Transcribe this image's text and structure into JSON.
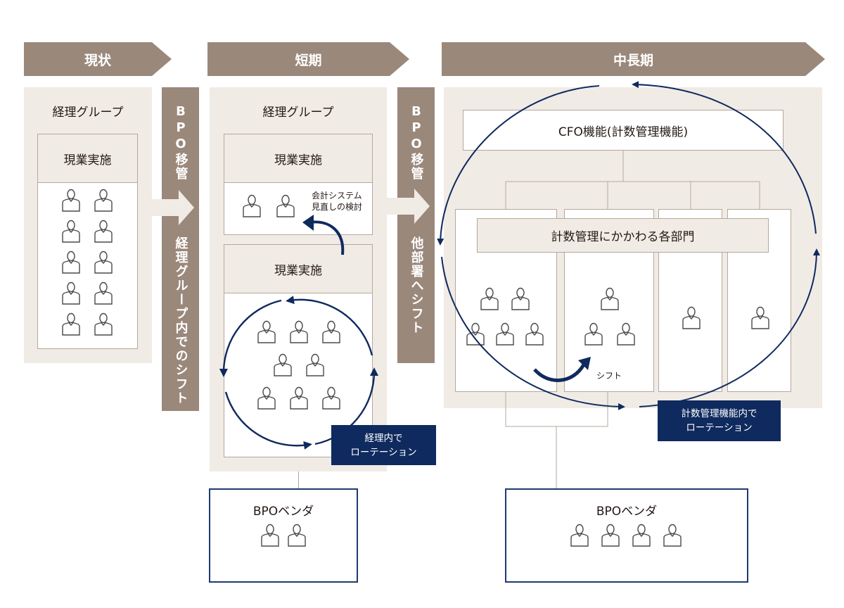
{
  "colors": {
    "phase_bar": "#9a887b",
    "panel_bg": "#f1ebe5",
    "box_border": "#b5a89c",
    "navy": "#0f2a5e",
    "person_stroke": "#4a4a4a"
  },
  "phases": [
    {
      "label": "現状"
    },
    {
      "label": "短期"
    },
    {
      "label": "中長期"
    }
  ],
  "current": {
    "group_title": "経理グループ",
    "section_title": "現業実施",
    "person_count": 10
  },
  "transition1": {
    "top_text": "BPO移管",
    "bottom_text": "経理グループ内でのシフト"
  },
  "short_term": {
    "group_title": "経理グループ",
    "upper_section_title": "現業実施",
    "upper_person_count": 2,
    "upper_note": [
      "会計システム",
      "見直しの検討"
    ],
    "lower_section_title": "現業実施",
    "lower_person_count": 8,
    "rotation_label": [
      "経理内で",
      "ローテーション"
    ],
    "vendor_title": "BPOベンダ",
    "vendor_person_count": 2
  },
  "transition2": {
    "top_text": "BPO移管",
    "bottom_text": "他部署へシフト"
  },
  "mid_long_term": {
    "cfo_title": "CFO機能(計数管理機能)",
    "departments_title": "計数管理にかかわる各部門",
    "department_person_counts": [
      5,
      3,
      1,
      1
    ],
    "shift_label": "シフト",
    "rotation_label": [
      "計数管理機能内で",
      "ローテーション"
    ],
    "vendor_title": "BPOベンダ",
    "vendor_person_count": 4
  },
  "icons": {
    "person": "person-icon",
    "rotation_arrow": "circular-arrow-icon",
    "curved_arrow": "curved-arrow-icon",
    "right_arrow": "right-arrow-icon"
  }
}
